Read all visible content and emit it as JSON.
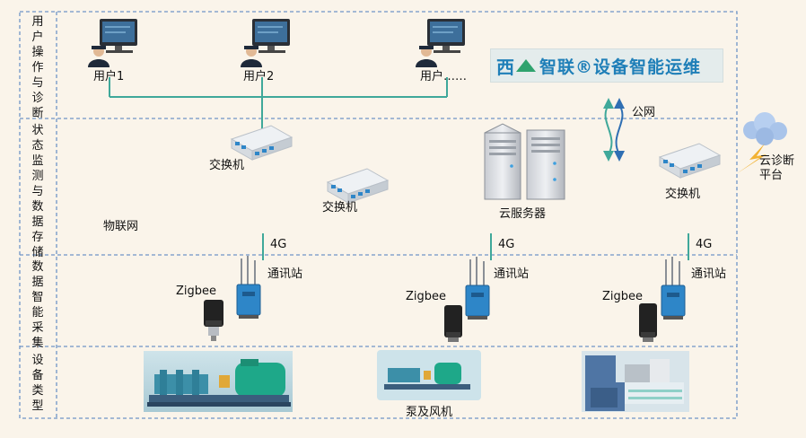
{
  "layers": [
    {
      "label": "用户操作与诊断"
    },
    {
      "label": "状态监测与数据存储"
    },
    {
      "label": "数据智能采集"
    },
    {
      "label": "设备类型"
    }
  ],
  "users": [
    "用户1",
    "用户2",
    "用户……"
  ],
  "brand": {
    "mark": "西",
    "text": "智联®设备智能运维"
  },
  "network": {
    "public": "公网",
    "iot": "物联网",
    "uplink": "4G",
    "switch": "交换机",
    "cloud_server": "云服务器",
    "cloud_diag": "云诊断平台"
  },
  "stations": [
    {
      "station": "通讯站",
      "sensor": "Zigbee"
    },
    {
      "station": "通讯站",
      "sensor": "Zigbee"
    },
    {
      "station": "通讯站",
      "sensor": "Zigbee"
    }
  ],
  "equipment_label": "泵及风机",
  "colors": {
    "border": "#6f95c7",
    "line": "#3fa89a",
    "blue_line": "#2f6fb3",
    "device_blue": "#2e86c8"
  }
}
